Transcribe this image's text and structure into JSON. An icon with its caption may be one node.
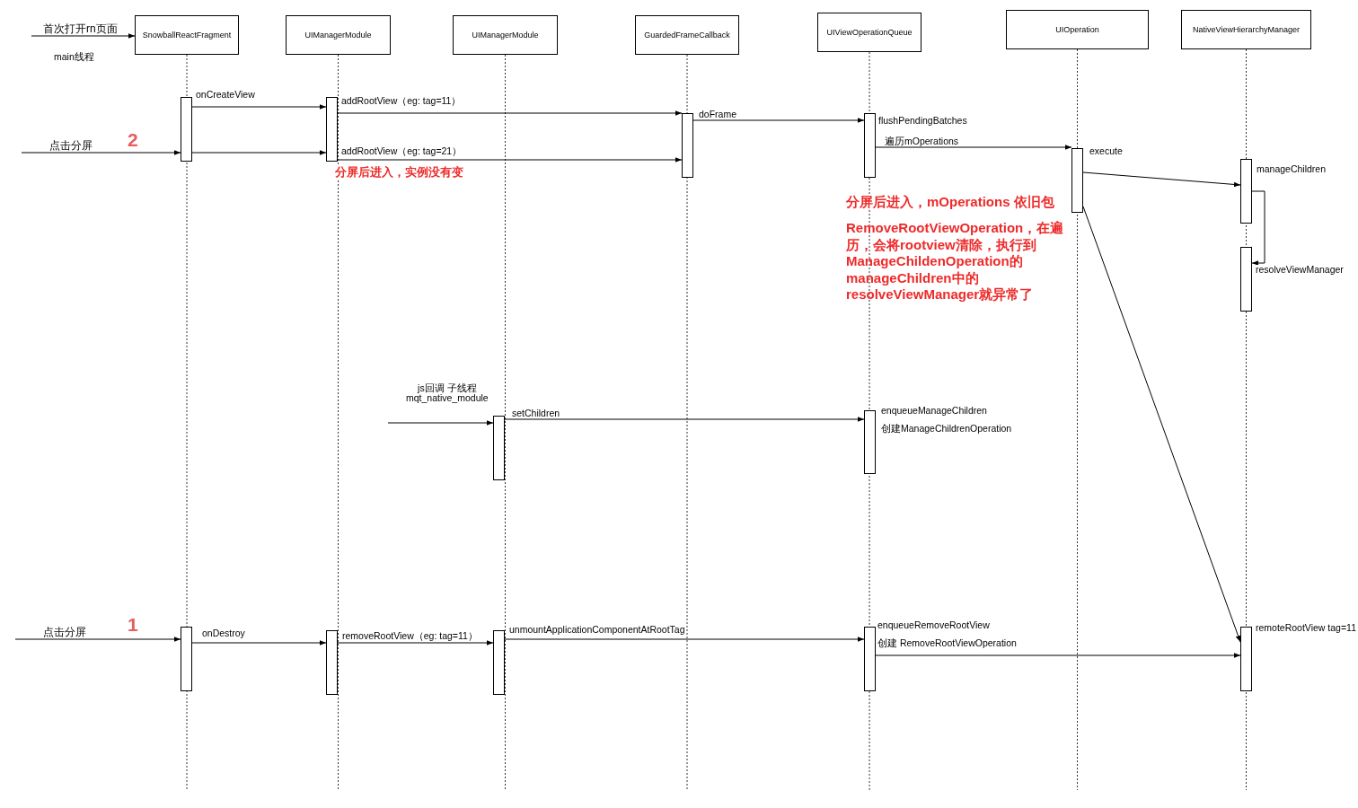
{
  "diagram": {
    "nodes": [
      {
        "text": [
          "SnowballReactFragment"
        ]
      },
      {
        "text": [
          "UIManagerModule"
        ]
      },
      {
        "text": [
          "UIManagerModule"
        ]
      },
      {
        "text": [
          "GuardedFrameCallback"
        ]
      },
      {
        "text": [
          "UIViewOperationQueue"
        ]
      },
      {
        "text": [
          "UIOperation"
        ]
      },
      {
        "text": [
          "NativeViewHierarchyManager"
        ]
      },
      {
        "text": [],
        "shape": "bar"
      },
      {
        "text": [],
        "shape": "bar"
      },
      {
        "text": [],
        "shape": "bar"
      },
      {
        "text": [],
        "shape": "bar",
        "beside": [
          "flushPendingBatches"
        ]
      },
      {
        "text": [],
        "shape": "bar",
        "beside": [
          "execute"
        ]
      },
      {
        "text": [],
        "shape": "bar",
        "beside": [
          "manageChildren"
        ]
      },
      {
        "text": [],
        "shape": "bar"
      },
      {
        "text": [],
        "shape": "bar"
      },
      {
        "text": [],
        "shape": "bar",
        "beside": [
          "enqueueManageChildren",
          "创建ManageChildrenOperation"
        ]
      },
      {
        "text": [],
        "shape": "bar"
      },
      {
        "text": [],
        "shape": "bar"
      },
      {
        "text": [],
        "shape": "bar"
      },
      {
        "text": [],
        "shape": "bar",
        "beside": [
          "enqueueRemoveRootView",
          "创建 RemoveRootViewOperation"
        ]
      },
      {
        "text": [],
        "shape": "bar",
        "beside": [
          "remoteRootView tag=11"
        ]
      }
    ],
    "edges": [
      {
        "from": null,
        "to": 0,
        "arrow": "to",
        "label": "首次打开rn页面"
      },
      {
        "from": null,
        "to": 7,
        "arrow": "to",
        "label": "点击分屏"
      },
      {
        "from": 7,
        "to": 8,
        "arrow": "to",
        "label": "onCreateView"
      },
      {
        "from": 7,
        "to": 8,
        "arrow": "to"
      },
      {
        "from": 8,
        "to": 9,
        "arrow": "to",
        "label": "addRootView（eg: tag=11）"
      },
      {
        "from": 8,
        "to": 9,
        "arrow": "to",
        "label": "addRootView（eg: tag=21）"
      },
      {
        "from": 9,
        "to": 10,
        "arrow": "to",
        "label": "doFrame"
      },
      {
        "from": 10,
        "to": 11,
        "arrow": "to",
        "label": "遍历mOperations"
      },
      {
        "from": 11,
        "to": 12,
        "arrow": "to"
      },
      {
        "from": 12,
        "to": 13,
        "arrow": "to",
        "label": "resolveViewManager"
      },
      {
        "from": null,
        "to": 14,
        "arrow": "to",
        "label": "js回调 子线程 mqt_native_module"
      },
      {
        "from": 14,
        "to": 15,
        "arrow": "to",
        "label": "setChildren"
      },
      {
        "from": null,
        "to": 16,
        "arrow": "to",
        "label": "点击分屏"
      },
      {
        "from": 16,
        "to": 17,
        "arrow": "to",
        "label": "onDestroy"
      },
      {
        "from": 17,
        "to": 18,
        "arrow": "to",
        "label": "removeRootView（eg: tag=11）"
      },
      {
        "from": 18,
        "to": 19,
        "arrow": "to",
        "label": "unmountApplicationComponentAtRootTag"
      },
      {
        "from": 19,
        "to": 20,
        "arrow": "to"
      },
      {
        "from": 11,
        "to": 20,
        "arrow": "to"
      }
    ],
    "labels": [
      "main线程",
      "2",
      "分屏后进入，实例没有变",
      "分屏后进入，mOperations 依旧包",
      "RemoveRootViewOperation，在遍历，会将rootview清除，执行到ManageChildenOperation的manageChildren中的resolveViewManager就异常了",
      "1"
    ]
  }
}
